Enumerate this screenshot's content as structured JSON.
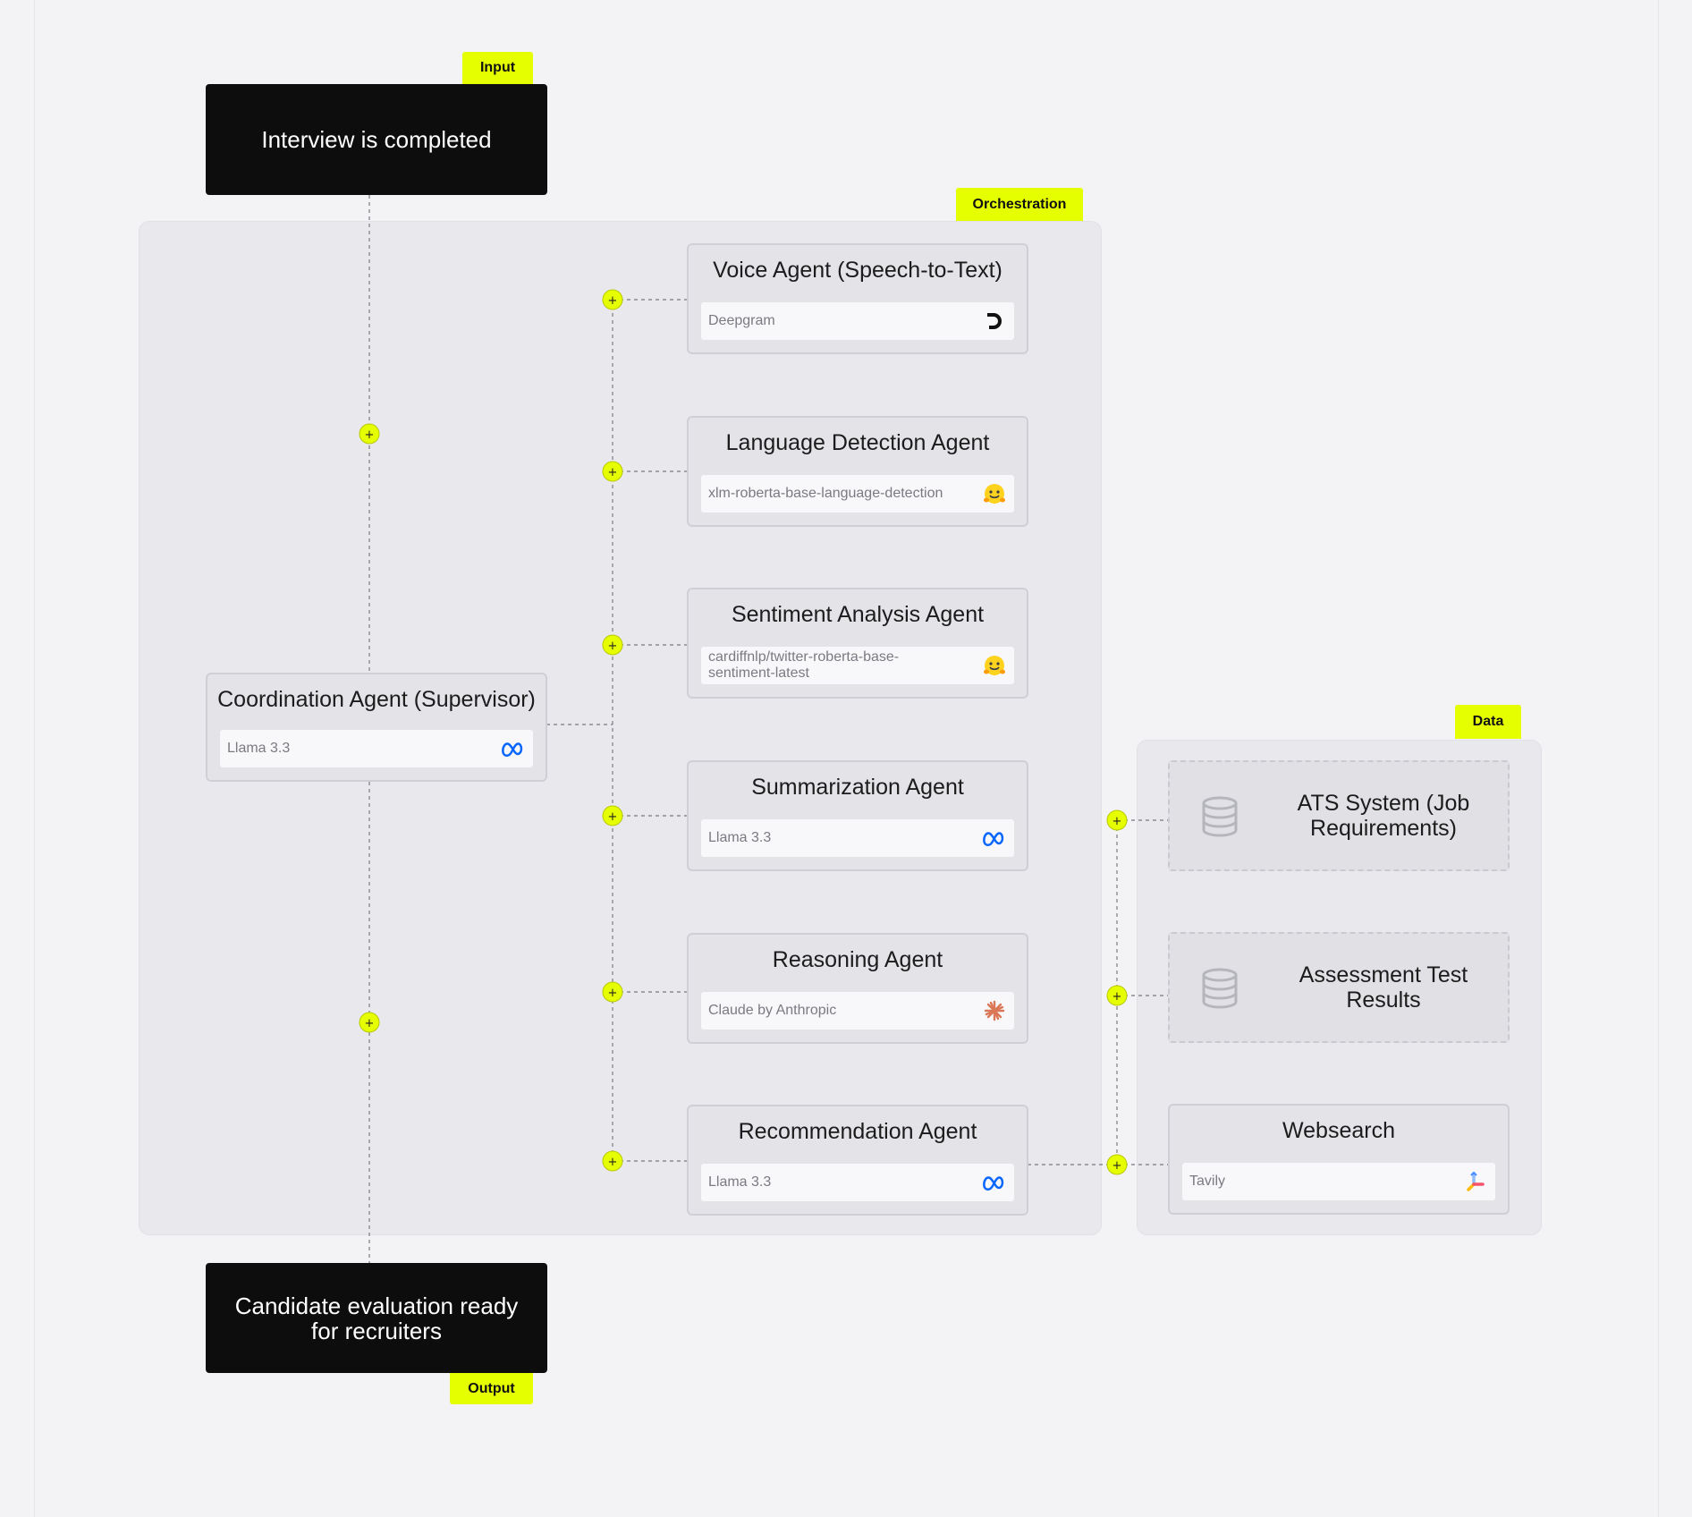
{
  "tags": {
    "input": "Input",
    "orchestration": "Orchestration",
    "data": "Data",
    "output": "Output"
  },
  "input_box": "Interview is completed",
  "output_box": "Candidate evaluation ready for recruiters",
  "coordinator": {
    "title": "Coordination Agent (Supervisor)",
    "model": "Llama 3.3",
    "icon": "meta-icon"
  },
  "agents": [
    {
      "title": "Voice Agent (Speech-to-Text)",
      "model": "Deepgram",
      "icon": "deepgram-icon"
    },
    {
      "title": "Language Detection Agent",
      "model": "xlm-roberta-base-language-detection",
      "icon": "huggingface-icon"
    },
    {
      "title": "Sentiment Analysis Agent",
      "model": "cardiffnlp/twitter-roberta-base-sentiment-latest",
      "icon": "huggingface-icon"
    },
    {
      "title": "Summarization Agent",
      "model": "Llama 3.3",
      "icon": "meta-icon"
    },
    {
      "title": "Reasoning Agent",
      "model": "Claude by Anthropic",
      "icon": "anthropic-icon"
    },
    {
      "title": "Recommendation Agent",
      "model": "Llama 3.3",
      "icon": "meta-icon"
    }
  ],
  "data_sources": [
    {
      "title": "ATS System (Job Requirements)",
      "icon": "database-icon"
    },
    {
      "title": "Assessment Test Results",
      "icon": "database-icon"
    }
  ],
  "websearch": {
    "title": "Websearch",
    "model": "Tavily",
    "icon": "tavily-icon"
  },
  "colors": {
    "accent": "#e6ff00",
    "dark": "#0d0d0d",
    "meta_blue": "#0866ff",
    "anthropic": "#d97757"
  }
}
